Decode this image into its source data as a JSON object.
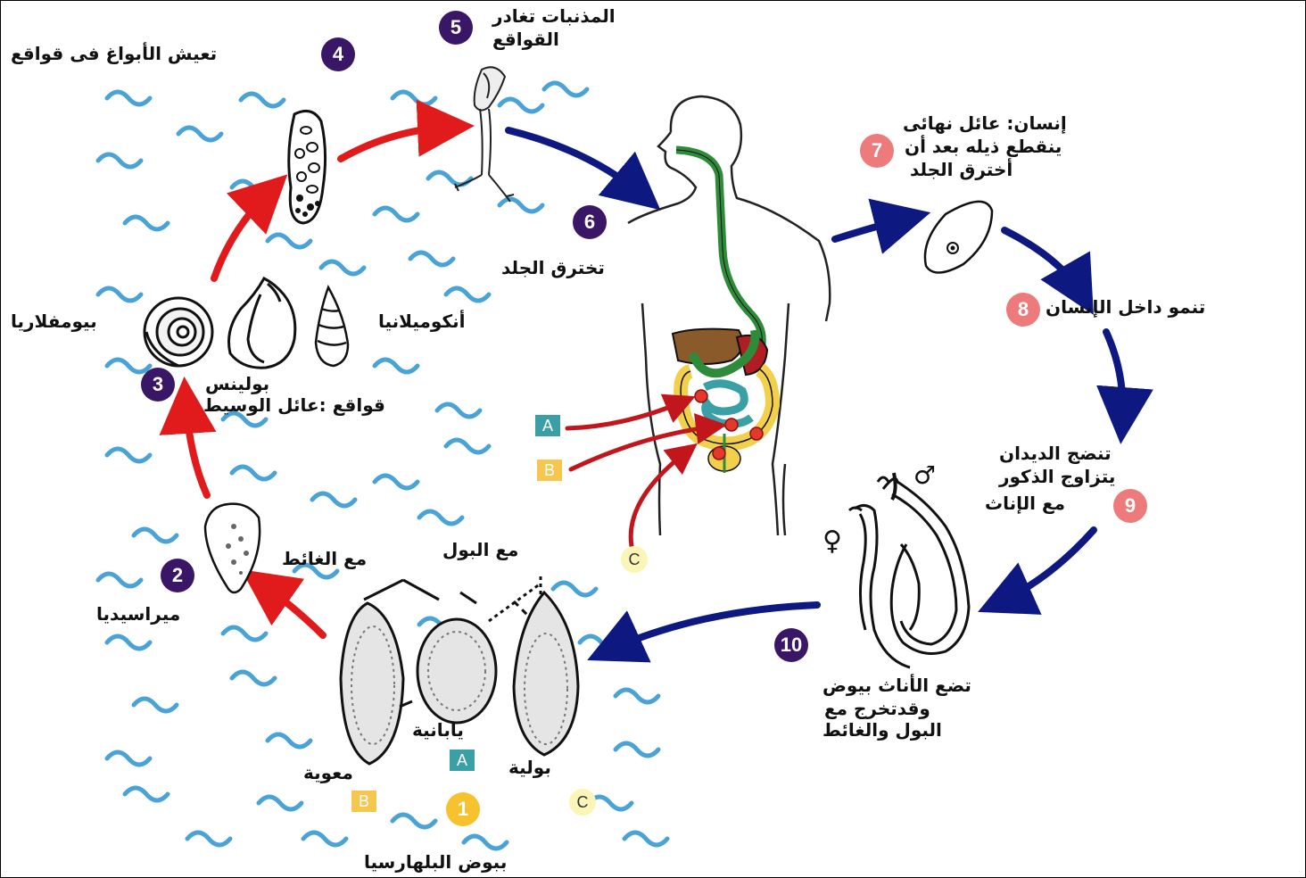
{
  "colors": {
    "purple": "#3a1766",
    "pink": "#ee7b7b",
    "red_arrow": "#e11b1b",
    "blue_arrow": "#0d1980",
    "water": "#4aa3d6",
    "intestine_yellow": "#f2d04b",
    "intestine_teal": "#3aa0a5",
    "esophagus_green": "#2e8b3a",
    "liver_brown": "#8b5a2b"
  },
  "steps": [
    {
      "id": "step-1",
      "number": "1",
      "text": "ببوض البلهارسيا"
    },
    {
      "id": "step-2",
      "number": "2",
      "text": "ميراسيديا"
    },
    {
      "id": "step-3",
      "number": "3",
      "text": "قواقع :عائل الوسيط"
    },
    {
      "id": "step-4",
      "number": "4",
      "text": "تعيش الأبواغ فى قواقع"
    },
    {
      "id": "step-5",
      "number": "5",
      "line1": "المذنبات تغادر",
      "line2": "القواقع"
    },
    {
      "id": "step-6",
      "number": "6",
      "text": "تخترق الجلد"
    },
    {
      "id": "step-7",
      "number": "7",
      "line1": "إنسان: عائل نهائى",
      "line2": "ينقطع ذيله بعد أن",
      "line3": "أخترق الجلد"
    },
    {
      "id": "step-8",
      "number": "8",
      "text": "تنمو داخل الإنسان"
    },
    {
      "id": "step-9",
      "number": "9",
      "line1": "تنضج الديدان",
      "line2": "يتزاوج الذكور",
      "line3": "مع الإناث"
    },
    {
      "id": "step-10",
      "number": "10",
      "line1": "تضع الأناث بيوض",
      "line2": "وقدتخرج مع",
      "line3": "البول والغائط"
    }
  ],
  "snails": {
    "biomphalaria": "بيومفلاريا",
    "bulinus": "بولينس",
    "oncomelania": "أنكوميلانيا"
  },
  "eggs": {
    "with_stool": "مع الغائط",
    "with_urine": "مع البول",
    "japonica": "يابانية",
    "intestinal": "معوية",
    "urinary": "بولية"
  },
  "species_tags": {
    "a": "A",
    "b": "B",
    "c": "C"
  },
  "symbols": {
    "male": "♂",
    "female": "♀"
  }
}
